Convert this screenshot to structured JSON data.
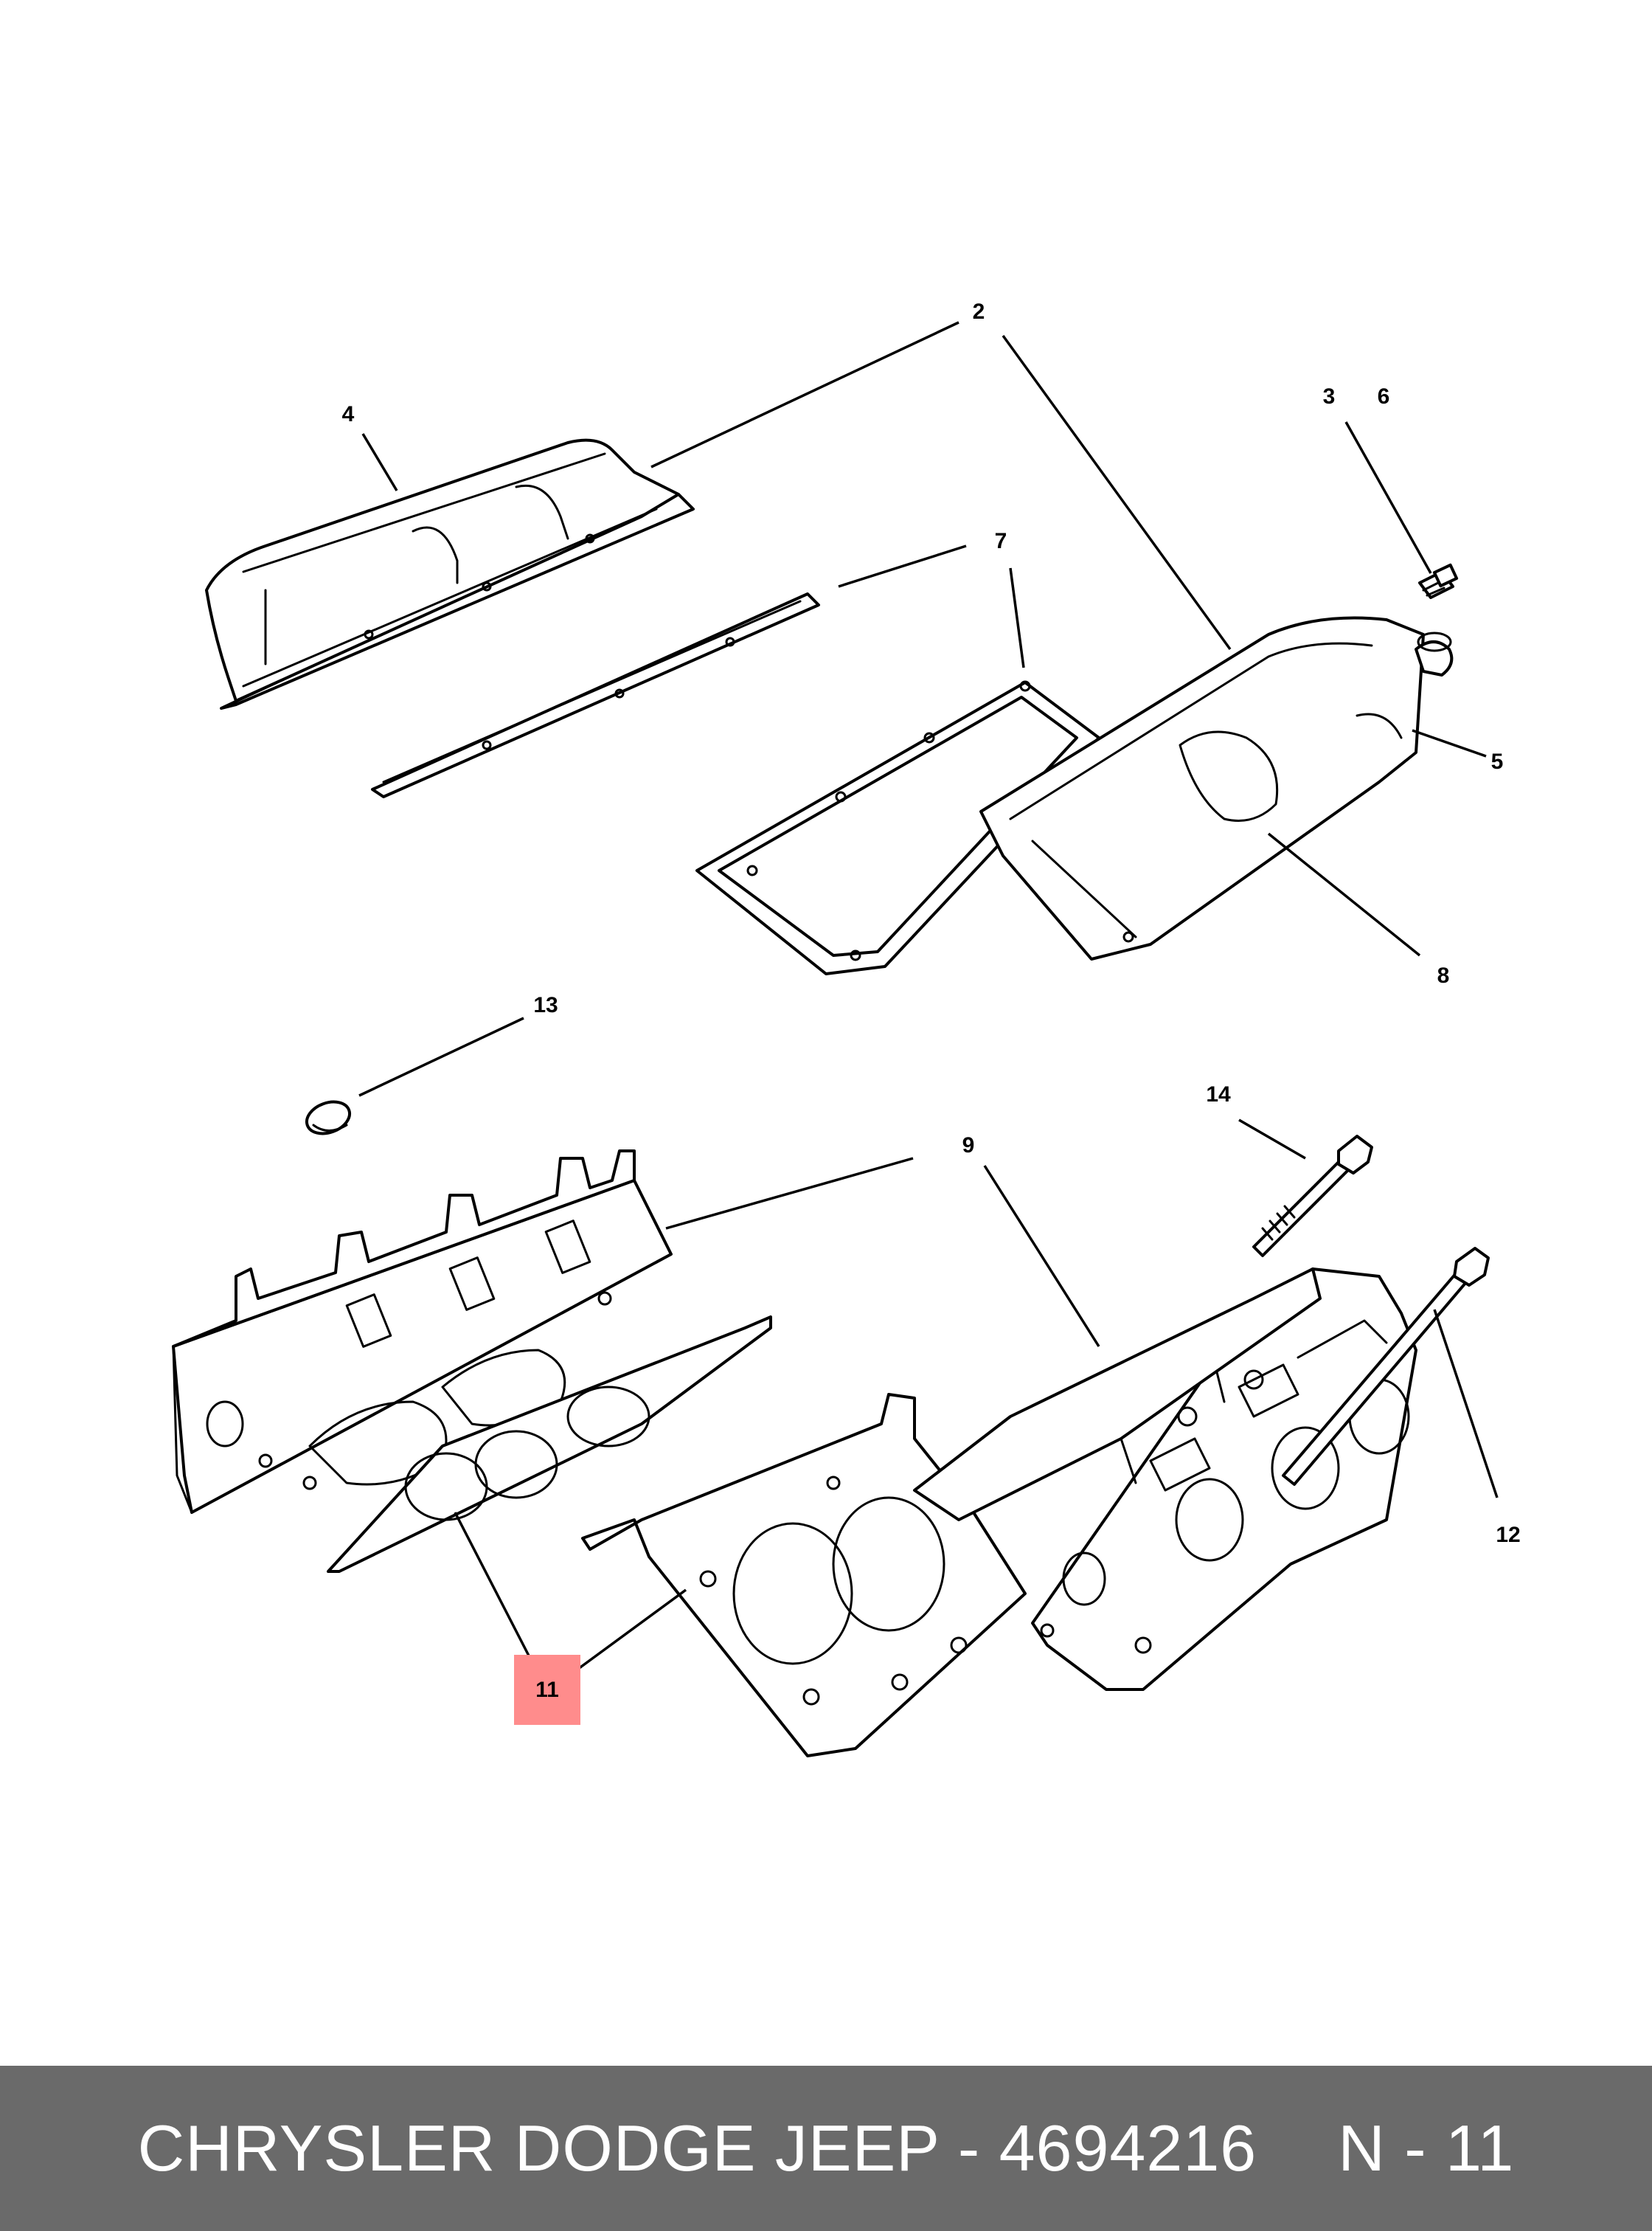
{
  "callouts": {
    "c2": "2",
    "c3": "3",
    "c4": "4",
    "c5": "5",
    "c6": "6",
    "c7": "7",
    "c8": "8",
    "c9": "9",
    "c11": "11",
    "c12": "12",
    "c13": "13",
    "c14": "14"
  },
  "highlight_color": "#ff8c8c",
  "footer": {
    "brand_part": "CHRYSLER DODGE JEEP - 4694216",
    "ref": "N - 11"
  }
}
